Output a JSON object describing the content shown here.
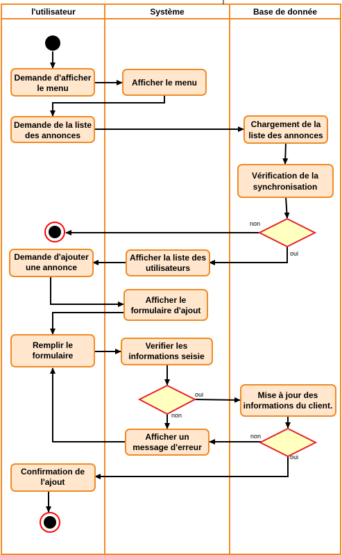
{
  "lanes": [
    {
      "title": "l'utilisateur"
    },
    {
      "title": "Système"
    },
    {
      "title": "Base de donnée"
    }
  ],
  "activities": [
    {
      "id": "a1",
      "lines": [
        "Demande d'afficher",
        "le menu"
      ]
    },
    {
      "id": "a2",
      "lines": [
        "Afficher le menu"
      ]
    },
    {
      "id": "a3",
      "lines": [
        "Demande de la liste",
        "des annonces"
      ]
    },
    {
      "id": "a4",
      "lines": [
        "Chargement de la",
        "liste des annonces"
      ]
    },
    {
      "id": "a5",
      "lines": [
        "Vérification de la",
        "synchronisation"
      ]
    },
    {
      "id": "a6",
      "lines": [
        "Demande d'ajouter",
        "une annonce"
      ]
    },
    {
      "id": "a7",
      "lines": [
        "Afficher la liste des",
        "utilisateurs"
      ]
    },
    {
      "id": "a8",
      "lines": [
        "Afficher le",
        "formulaire d'ajout"
      ]
    },
    {
      "id": "a9",
      "lines": [
        "Remplir le",
        "formulaire"
      ]
    },
    {
      "id": "a10",
      "lines": [
        "Verifier les",
        "informations seisie"
      ]
    },
    {
      "id": "a11",
      "lines": [
        "Mise à jour des",
        "informations du client."
      ]
    },
    {
      "id": "a12",
      "lines": [
        "Afficher un",
        "message d'erreur"
      ]
    },
    {
      "id": "a13",
      "lines": [
        "Confirmation de",
        "l'ajout"
      ]
    }
  ],
  "edge_labels": {
    "d1_no": "non",
    "d1_yes": "oui",
    "d2_yes": "oui",
    "d2_no": "non",
    "d3_no": "non",
    "d3_yes": "oui"
  },
  "colors": {
    "lane_border": "#f08a24",
    "activity_fill": "#ffe6cc",
    "activity_stroke": "#f08a24",
    "decision_fill": "#ffffc0",
    "decision_stroke": "#e8202a",
    "arrow": "#000000",
    "node_fill": "#000000",
    "final_ring": "#ff0000"
  }
}
